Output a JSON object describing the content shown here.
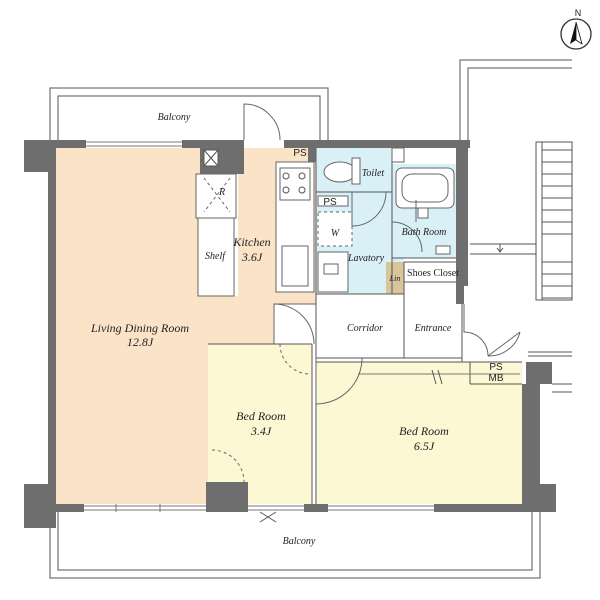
{
  "compass": {
    "north_label": "N"
  },
  "colors": {
    "living": "#fbe3c8",
    "bedroom": "#fcf8d4",
    "wet": "#d8f0f6",
    "linen": "#d8c69a",
    "wall": "#6e6e6e"
  },
  "rooms": {
    "balcony_top": "Balcony",
    "balcony_bottom": "Balcony",
    "living_name": "Living Dining Room",
    "living_size": "12.8J",
    "kitchen_name": "Kitchen",
    "kitchen_size": "3.6J",
    "shelf": "Shelf",
    "fridge": "R",
    "ps_top": "PS",
    "toilet": "Toilet",
    "ps_mid": "PS",
    "washer": "W",
    "bath": "Bath Room",
    "lavatory": "Lavatory",
    "linen": "Lin",
    "shoes_closet": "Shoes Closet",
    "corridor": "Corridor",
    "entrance": "Entrance",
    "ps": "PS",
    "mb": "MB",
    "bed1_name": "Bed Room",
    "bed1_size": "3.4J",
    "bed2_name": "Bed Room",
    "bed2_size": "6.5J"
  }
}
